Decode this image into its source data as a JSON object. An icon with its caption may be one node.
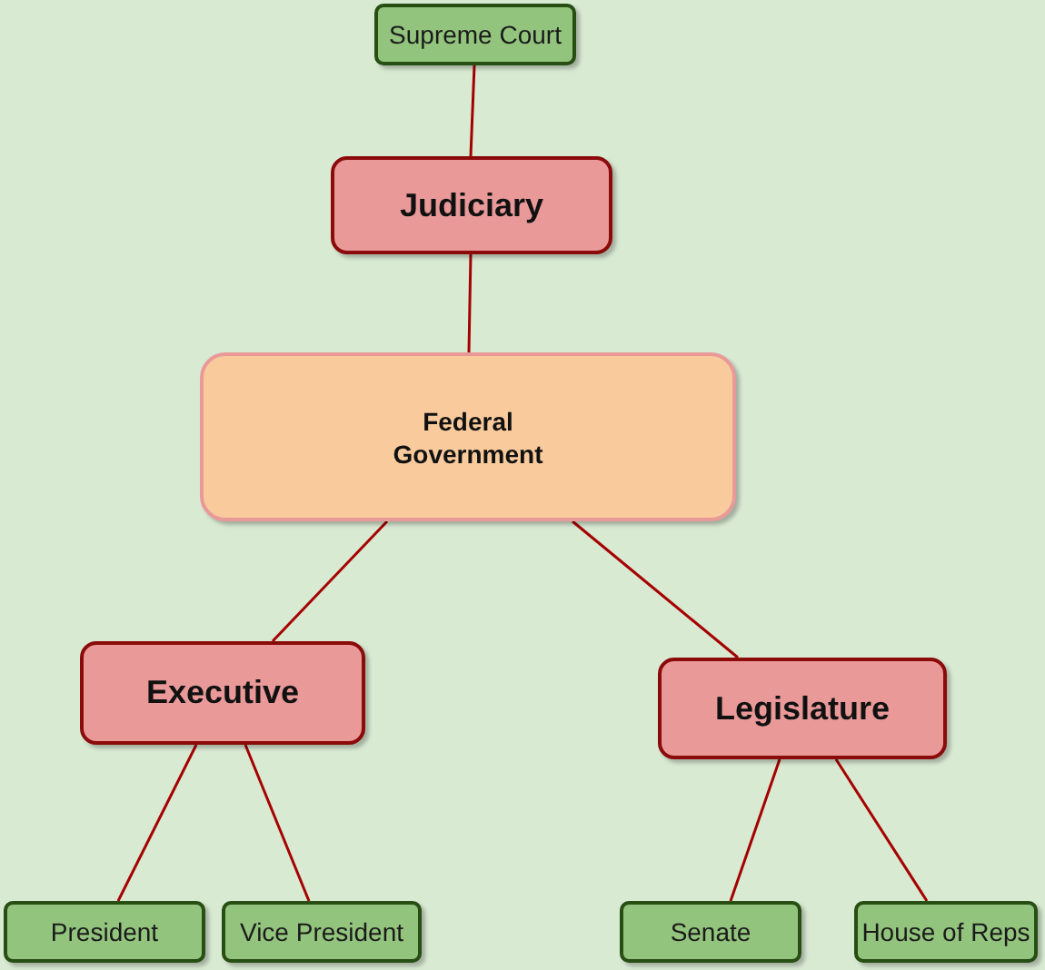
{
  "diagram": {
    "nodes": [
      {
        "text": [
          "Supreme Court"
        ]
      },
      {
        "text": [
          "Judiciary"
        ]
      },
      {
        "text": [
          "Federal Government"
        ]
      },
      {
        "text": [
          "Executive"
        ]
      },
      {
        "text": [
          "Legislature"
        ]
      },
      {
        "text": [
          "President"
        ]
      },
      {
        "text": [
          "Vice President"
        ]
      },
      {
        "text": [
          "Senate"
        ]
      },
      {
        "text": [
          "House of Reps"
        ]
      }
    ],
    "edges": [
      {
        "from": 0,
        "to": 1,
        "arrow": "none"
      },
      {
        "from": 1,
        "to": 2,
        "arrow": "none"
      },
      {
        "from": 2,
        "to": 3,
        "arrow": "none"
      },
      {
        "from": 2,
        "to": 4,
        "arrow": "none"
      },
      {
        "from": 3,
        "to": 5,
        "arrow": "none"
      },
      {
        "from": 3,
        "to": 6,
        "arrow": "none"
      },
      {
        "from": 4,
        "to": 7,
        "arrow": "none"
      },
      {
        "from": 4,
        "to": 8,
        "arrow": "none"
      }
    ]
  }
}
